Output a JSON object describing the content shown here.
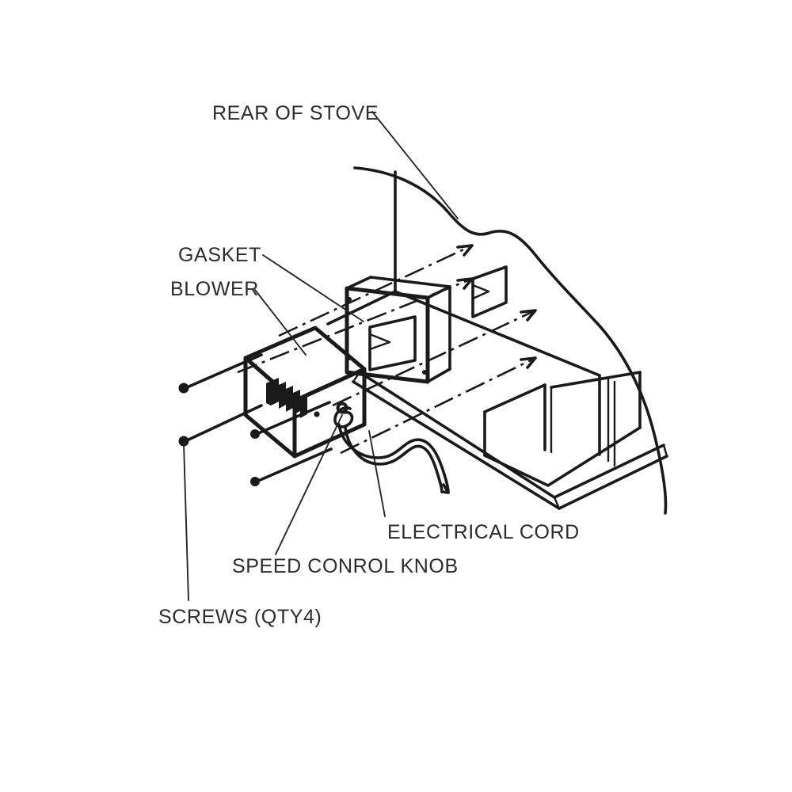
{
  "drawing": {
    "title": "Stove Blower Installation Exploded Diagram",
    "background_color": "#ffffff",
    "line_color": "#1a1a1a",
    "text_color": "#2b2b2b"
  },
  "labels": {
    "rear_of_stove": "REAR OF STOVE",
    "gasket": "GASKET",
    "blower": "BLOWER",
    "electrical_cord": "ELECTRICAL CORD",
    "speed_control_knob": "SPEED CONROL KNOB",
    "screws": "SCREWS (QTY4)"
  },
  "parts": [
    {
      "id": "rear-of-stove",
      "label": "REAR OF STOVE",
      "qty": 1
    },
    {
      "id": "gasket",
      "label": "GASKET",
      "qty": 1
    },
    {
      "id": "blower",
      "label": "BLOWER",
      "qty": 1
    },
    {
      "id": "electrical-cord",
      "label": "ELECTRICAL CORD",
      "qty": 1
    },
    {
      "id": "speed-control-knob",
      "label": "SPEED CONROL KNOB",
      "qty": 1
    },
    {
      "id": "screws",
      "label": "SCREWS (QTY4)",
      "qty": 4
    }
  ],
  "icons": {
    "screw": "screw-icon",
    "knob": "knob-icon",
    "vent_grille": "vent-grille-icon",
    "cord_plug": "cord-plug-icon"
  }
}
